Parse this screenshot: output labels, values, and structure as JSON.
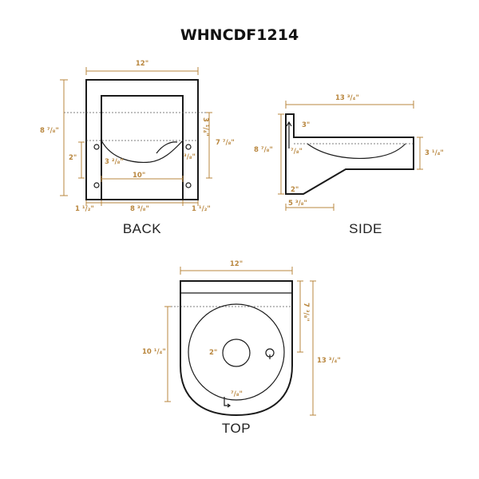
{
  "title": "WHNCDF1214",
  "colors": {
    "dimension": "#b9873f",
    "outline": "#1a1a1a",
    "background": "#ffffff"
  },
  "views": {
    "back": {
      "label": "BACK",
      "dims": {
        "width": "12\"",
        "height": "8 ⁷/₈\"",
        "mount_height": "2\"",
        "basin_depth": "3 ²/₈\"",
        "hole_spacing": "10\"",
        "right_depth": "3 ¹/₄\"",
        "right_height": "7 ⁷/₈\"",
        "hole_offset": "³/₈\"",
        "left_bracket": "1 ¹/₂\"",
        "inner_width": "8 ³/₈\"",
        "right_bracket": "1 ¹/₂\""
      }
    },
    "side": {
      "label": "SIDE",
      "dims": {
        "depth": "13 ³/₄\"",
        "top_gap": "3\"",
        "height": "8 ⁷/₈\"",
        "bracket_gap": "⁷/₈\"",
        "basin_height": "3 ¹/₄\"",
        "bracket_foot": "2\"",
        "bracket_depth": "5 ³/₈\""
      }
    },
    "top": {
      "label": "TOP",
      "dims": {
        "width": "12\"",
        "bowl_depth": "10 ¹/₄\"",
        "drain": "2\"",
        "drain_offset": "7 ³/₈\"",
        "overall_depth": "13 ³/₄\"",
        "rim": "⁷/₈\""
      }
    }
  }
}
